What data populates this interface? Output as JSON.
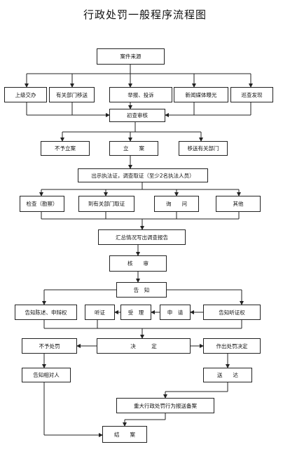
{
  "title": "行政处罚一般程序流程图",
  "nodes": {
    "source": "案件来源",
    "superior": "上级交办",
    "dept_transfer": "有关部门移送",
    "report": "举报、投诉",
    "media": "新闻媒体曝光",
    "inspection": "巡查发现",
    "preliminary": "初查审核",
    "no_case": "不予立案",
    "filed": "立　　案",
    "transfer_dept": "移送有关部门",
    "investigate": "出示执法证，调查取证（至少2名执法人员）",
    "inspect": "检查（勘察）",
    "collect_evidence": "到有关部门取证",
    "question": "询　　问",
    "other": "其他",
    "report_summary": "汇总情况写出调查报告",
    "review": "核　　审",
    "notify": "告　知",
    "notify_statement": "告知陈述、申辩权",
    "hearing": "听证",
    "accept": "受　理",
    "apply": "申　请",
    "notify_hearing": "告知听证权",
    "no_penalty": "不予处罚",
    "decision": "决　　　定",
    "penalty_decision": "作出处罚决定",
    "notify_party": "告知相对人",
    "serve": "送　　达",
    "major_record": "重大行政处罚行为报送备案",
    "close": "结　　案"
  }
}
